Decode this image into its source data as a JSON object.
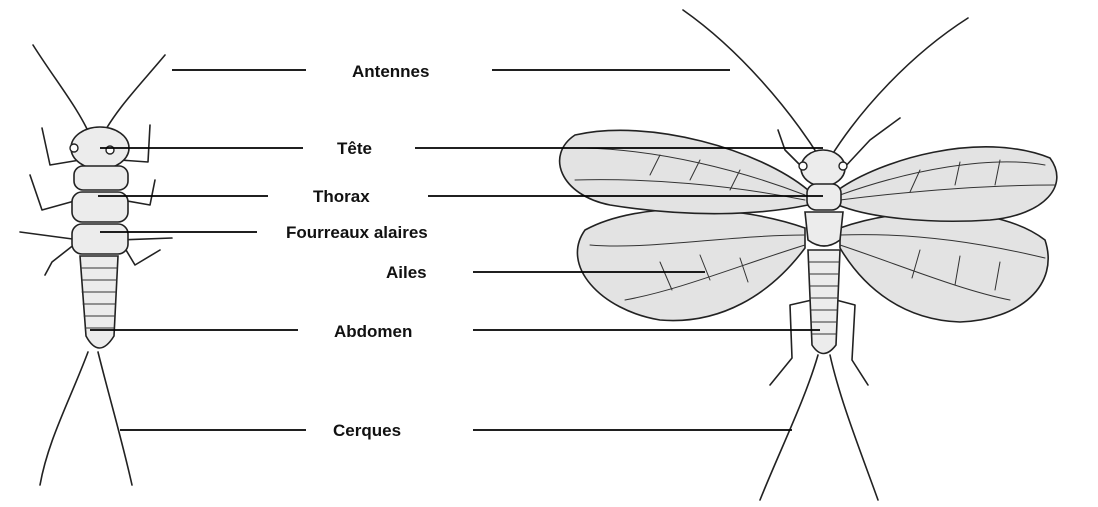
{
  "labels": {
    "antennes": "Antennes",
    "tete": "Tête",
    "thorax": "Thorax",
    "fourreaux": "Fourreaux alaires",
    "ailes": "Ailes",
    "abdomen": "Abdomen",
    "cerques": "Cerques"
  },
  "figures": {
    "larva": "larva-illustration",
    "adult": "adult-illustration"
  }
}
